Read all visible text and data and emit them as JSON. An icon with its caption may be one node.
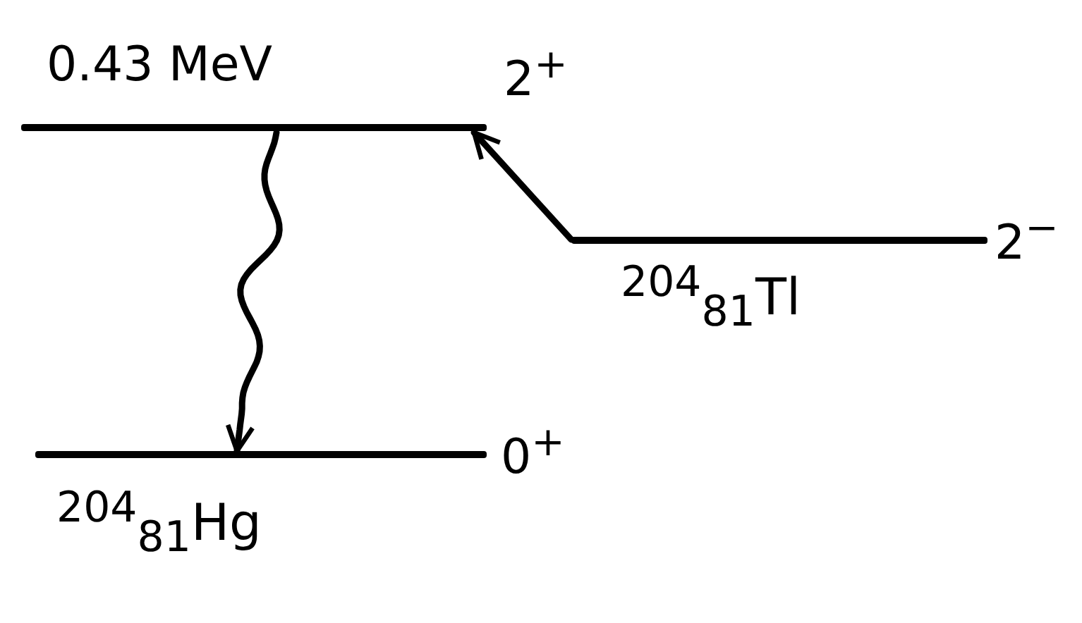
{
  "diagram": {
    "nodes": [
      {
        "text": [
          "0.43 MeV",
          "2$^{+}$"
        ]
      },
      {
        "text": [
          "2$^{−}$"
        ],
        "beside": [
          "$^{204}$$_{81}$Tl"
        ]
      },
      {
        "text": [
          "0$^{+}$"
        ],
        "beside": [
          "$^{204}$$_{81}$Hg"
        ]
      }
    ],
    "edges": [
      {
        "from": 1,
        "to": 0,
        "arrow": "to"
      },
      {
        "from": 0,
        "to": 2,
        "arrow": "to"
      }
    ]
  }
}
